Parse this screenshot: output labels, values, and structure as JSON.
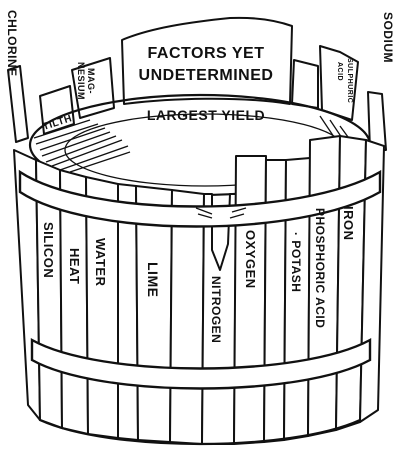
{
  "figure": {
    "ink_color": "#111111",
    "background_color": "#ffffff"
  },
  "labels": {
    "factors_line1": "FACTORS YET",
    "factors_line2": "UNDETERMINED",
    "largest_yield": "LARGEST YIELD",
    "chlorine": "CHLORINE",
    "sodium": "SODIUM",
    "tilth": "TILTH",
    "magnesium_line1": "MAG-",
    "magnesium_line2": "NESIUM",
    "sulphuric_line1": "SULPHURIC",
    "sulphuric_line2": "ACID",
    "silicon": "SILICON",
    "heat": "HEAT",
    "water": "WATER",
    "lime": "LIME",
    "nitrogen": "NITROGEN",
    "oxygen": "OXYGEN",
    "potash": "· POTASH",
    "phosphoric_acid": "PHOSPHORIC ACID",
    "iron": "IRON"
  }
}
